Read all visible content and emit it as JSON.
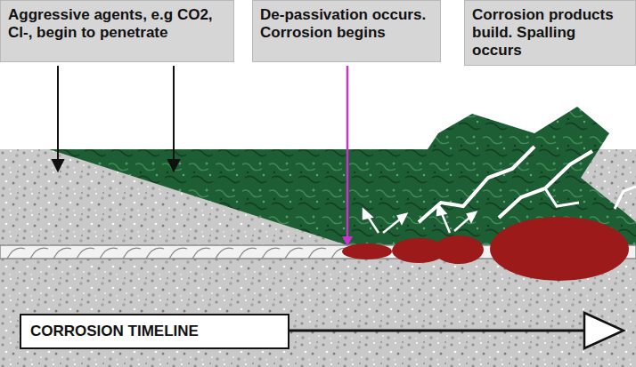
{
  "diagram": {
    "nodes": [
      {
        "text": [
          "Aggressive agents, e.g CO2, Cl-, begin to penetrate"
        ]
      },
      {
        "text": [
          "De-passivation occurs. Corrosion begins"
        ]
      },
      {
        "text": [
          "Corrosion products build. Spalling occurs"
        ]
      },
      {
        "text": [
          "CORROSION TIMELINE"
        ]
      }
    ],
    "edges": []
  }
}
